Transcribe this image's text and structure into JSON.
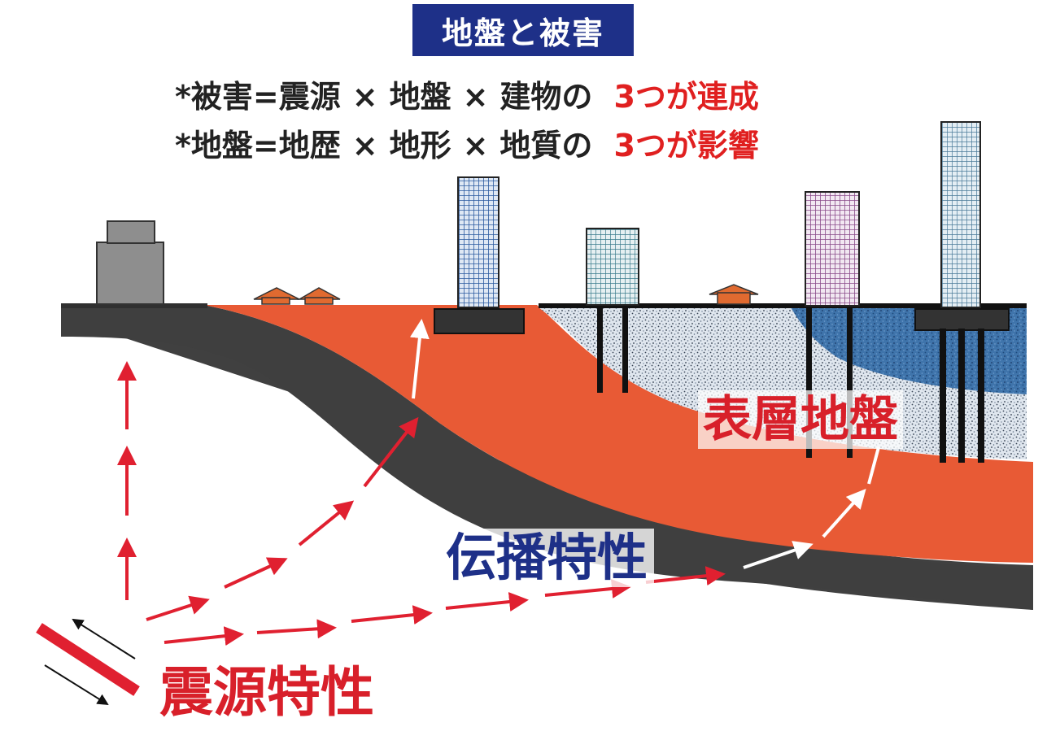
{
  "title": "地盤と被害",
  "line1": {
    "prefix": "*被害=震源",
    "sep1": "×",
    "term2": "地盤",
    "sep2": "×",
    "term3": "建物の",
    "highlight": "3つが連成"
  },
  "line2": {
    "prefix": "*地盤=地歴",
    "sep1": "×",
    "term2": "地形",
    "sep2": "×",
    "term3": "地質の",
    "highlight": "3つが影響"
  },
  "labels": {
    "surface": "表層地盤",
    "propagation": "伝播特性",
    "source": "震源特性"
  },
  "colors": {
    "title_bg": "#1e3088",
    "highlight": "#e02020",
    "propagation_text": "#1e3088",
    "orange_layer": "#e85a35",
    "dark_layer": "#404040",
    "arrow_red": "#e02030"
  }
}
